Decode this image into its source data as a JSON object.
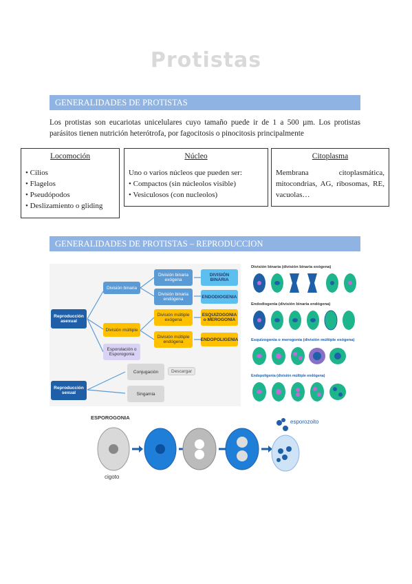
{
  "page_title": "Protistas",
  "section1": {
    "heading": "GENERALIDADES DE PROTISTAS",
    "intro": "Los protistas son eucariotas unicelulares cuyo tamaño puede ir de 1 a 500 µm. Los protistas parásitos tienen nutrición heterótrofa, por fagocitosis o pinocitosis principalmente"
  },
  "locomocion": {
    "title": "Locomoción",
    "items": [
      "Cilios",
      "Flagelos",
      "Pseudópodos",
      "Deslizamiento o gliding"
    ]
  },
  "nucleo": {
    "title": "Núcleo",
    "lead": "Uno o varios núcleos que pueden ser:",
    "items": [
      "Compactos (sin núcleolos visible)",
      "Vesiculosos (con nucleolos)"
    ]
  },
  "citoplasma": {
    "title": "Citoplasma",
    "text": "Membrana citoplasmática, mitocondrias, AG, ribosomas, RE, vacuolas…"
  },
  "section2": {
    "heading": "GENERALIDADES DE PROTISTAS – REPRODUCCION"
  },
  "diagram": {
    "asexual": "Reproducción asexual",
    "sexual": "Reproducción sexual",
    "div_binaria": "División binaria",
    "div_multiple": "División múltiple",
    "esporulacion": "Esporulación o Esporogonia",
    "binaria_exogena": "División binaria exógena",
    "binaria_endogena": "División binaria endógena",
    "multiple_exogena": "División múltiple exógena",
    "multiple_endogena": "División múltiple endógena",
    "r_division_binaria": "DIVISIÓN BINARIA",
    "r_endodiogenia": "ENDODIOGENIA",
    "r_esquizogonia": "ESQUIZOGONIA o MEROGONIA",
    "r_endopoligenia": "ENDOPOLIGENIA",
    "conjugacion": "Conjugación",
    "singamia": "Singamia",
    "descargar": "Descargar"
  },
  "right_panel": {
    "row1": "División binaria (división binaria exógena)",
    "row2": "Endodiogenia (división binaria endógena)",
    "row3": "Esquizogonia o merogonia (división múltiple exógena)",
    "row4": "Endopoligenia (división múltiple endógena)"
  },
  "esporogonia": {
    "title": "ESPOROGONIA",
    "cigoto": "cigoto",
    "esporozoito": "esporozoito"
  },
  "colors": {
    "band": "#8fb4e3",
    "node_blue": "#5b9bd5",
    "node_yellow": "#ffc000",
    "node_purple": "#d9d2f5",
    "dark_blue": "#1f5fa8",
    "teal": "#1fb58c"
  }
}
